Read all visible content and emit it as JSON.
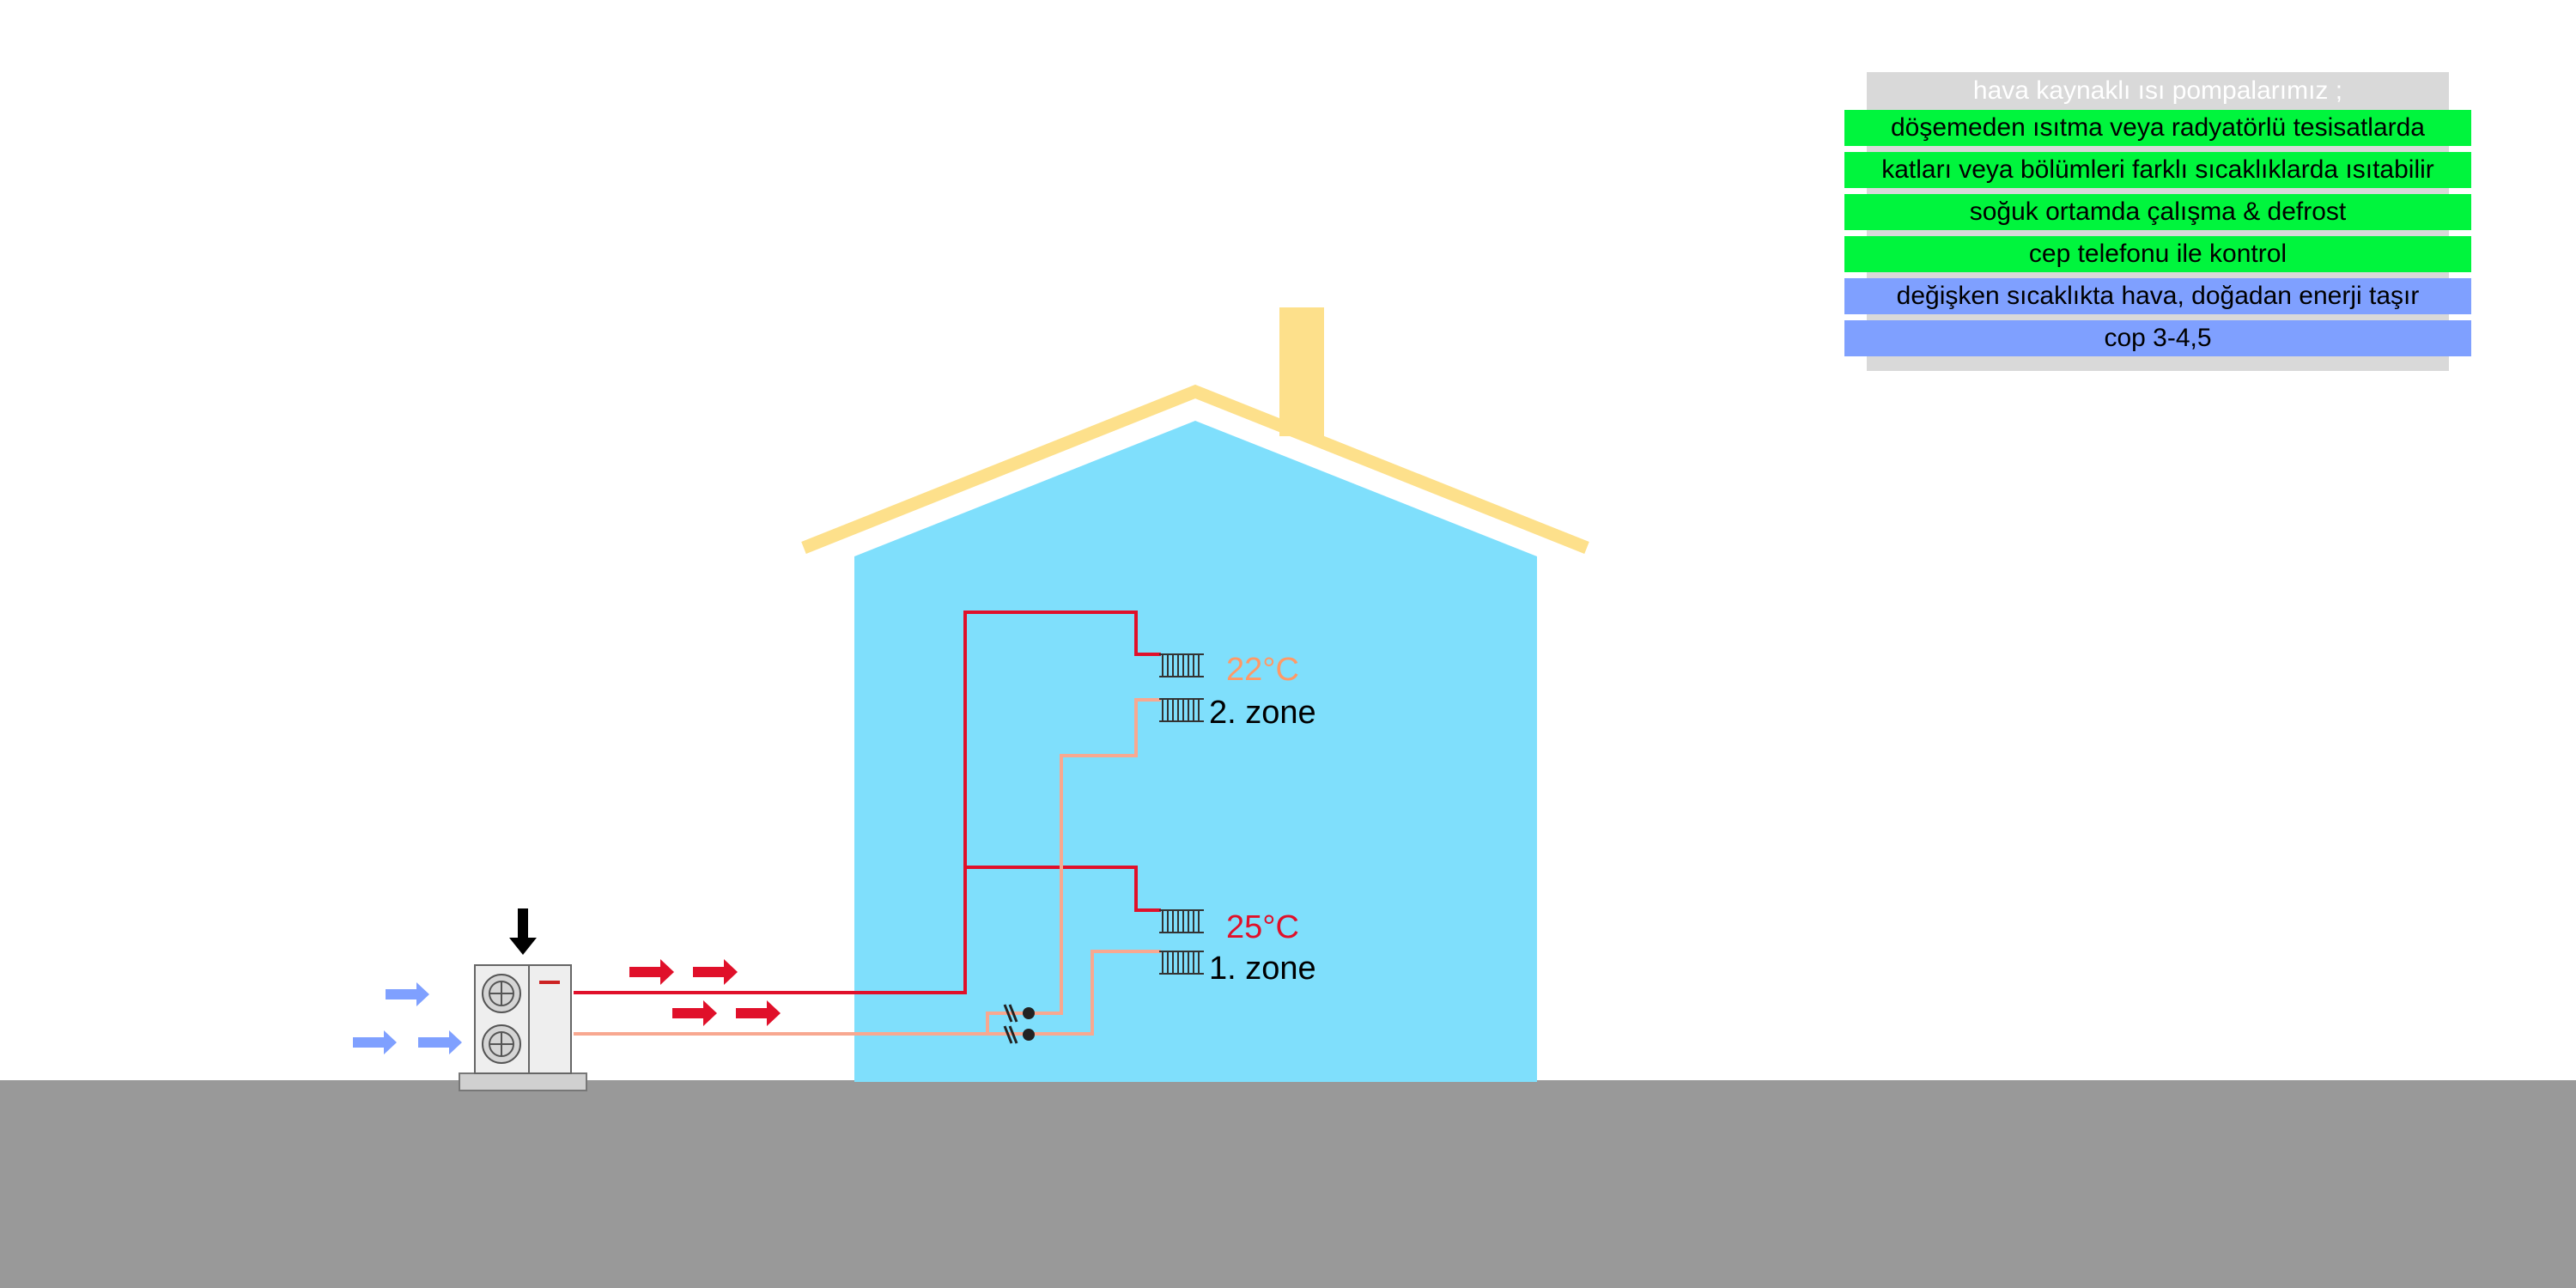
{
  "info_box": {
    "title": "hava kaynaklı ısı pompalarımız ;",
    "items": [
      "döşemeden ısıtma veya radyatörlü tesisatlarda",
      "katları veya bölümleri farklı sıcaklıklarda ısıtabilir",
      "soğuk ortamda çalışma & defrost",
      "cep telefonu ile kontrol",
      "değişken sıcaklıkta hava, doğadan enerji taşır",
      "cop 3-4,5"
    ]
  },
  "zones": {
    "upper_temp": "22°C",
    "upper_label": "2. zone",
    "lower_temp": "25°C",
    "lower_label": "1. zone"
  },
  "colors": {
    "sky": "#ffffff",
    "ground": "#999999",
    "house": "#7fdffc",
    "roof": "#fde08b",
    "supply_pipe": "#e0102a",
    "return_pipe": "#f8a890",
    "upper_temp_text": "#ff9966",
    "lower_temp_text": "#e0102a",
    "panel": "#d9d9d9",
    "green_row": "#00f53d",
    "blue_row": "#7fa0ff",
    "air_arrow": "#7fa0ff",
    "heat_arrow": "#e0102a"
  },
  "icons": [
    "heat-pump-unit-icon",
    "radiator-icon",
    "circulation-pump-icon",
    "air-flow-arrow-icon",
    "heat-flow-arrow-icon",
    "down-arrow-icon"
  ]
}
